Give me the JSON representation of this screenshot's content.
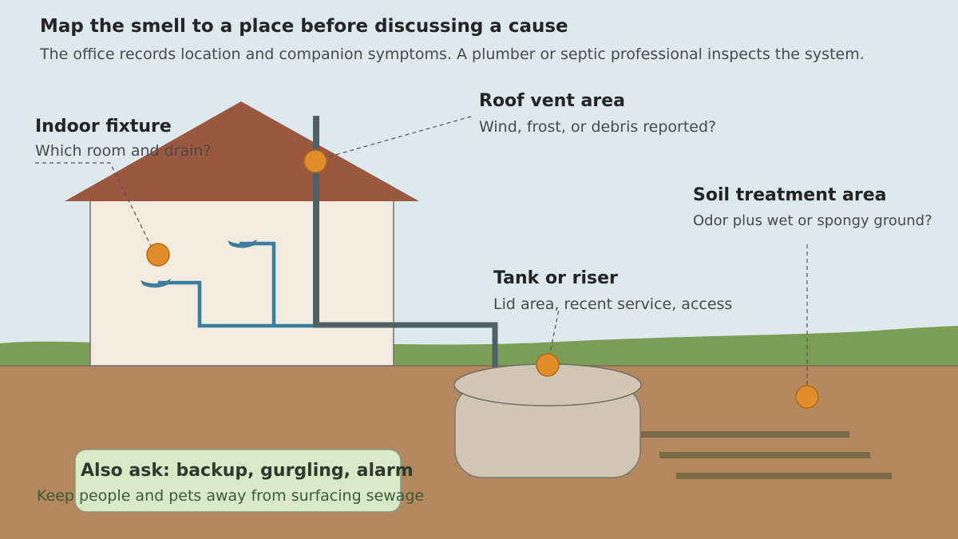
{
  "header": {
    "title": "Map the smell to a place before discussing a cause",
    "subtitle": "The office records location and companion symptoms. A plumber or septic professional inspects the system."
  },
  "callouts": {
    "indoor_fixture": {
      "title": "Indoor fixture",
      "detail": "Which room and drain?"
    },
    "roof_vent": {
      "title": "Roof vent area",
      "detail": "Wind, frost, or debris reported?"
    },
    "tank_riser": {
      "title": "Tank or riser",
      "detail": "Lid area, recent service, access"
    },
    "soil_treatment": {
      "title": "Soil treatment area",
      "detail": "Odor plus wet or spongy ground?"
    }
  },
  "note": {
    "title": "Also ask: backup, gurgling, alarm",
    "detail": "Keep people and pets away from surfacing sewage"
  },
  "colors": {
    "sky": "#dde9ec",
    "grass": "#7a9e55",
    "soil": "#b5875e",
    "roof": "#9b5840",
    "house_wall": "#f4ebe0",
    "supply_pipe": "#3a7d9c",
    "drain_pipe": "#4f6066",
    "tank": "#d1c6b3",
    "drain_field_lines": "#776a44",
    "marker": "#e08d2a",
    "note_fill": "#d8e9c7"
  }
}
